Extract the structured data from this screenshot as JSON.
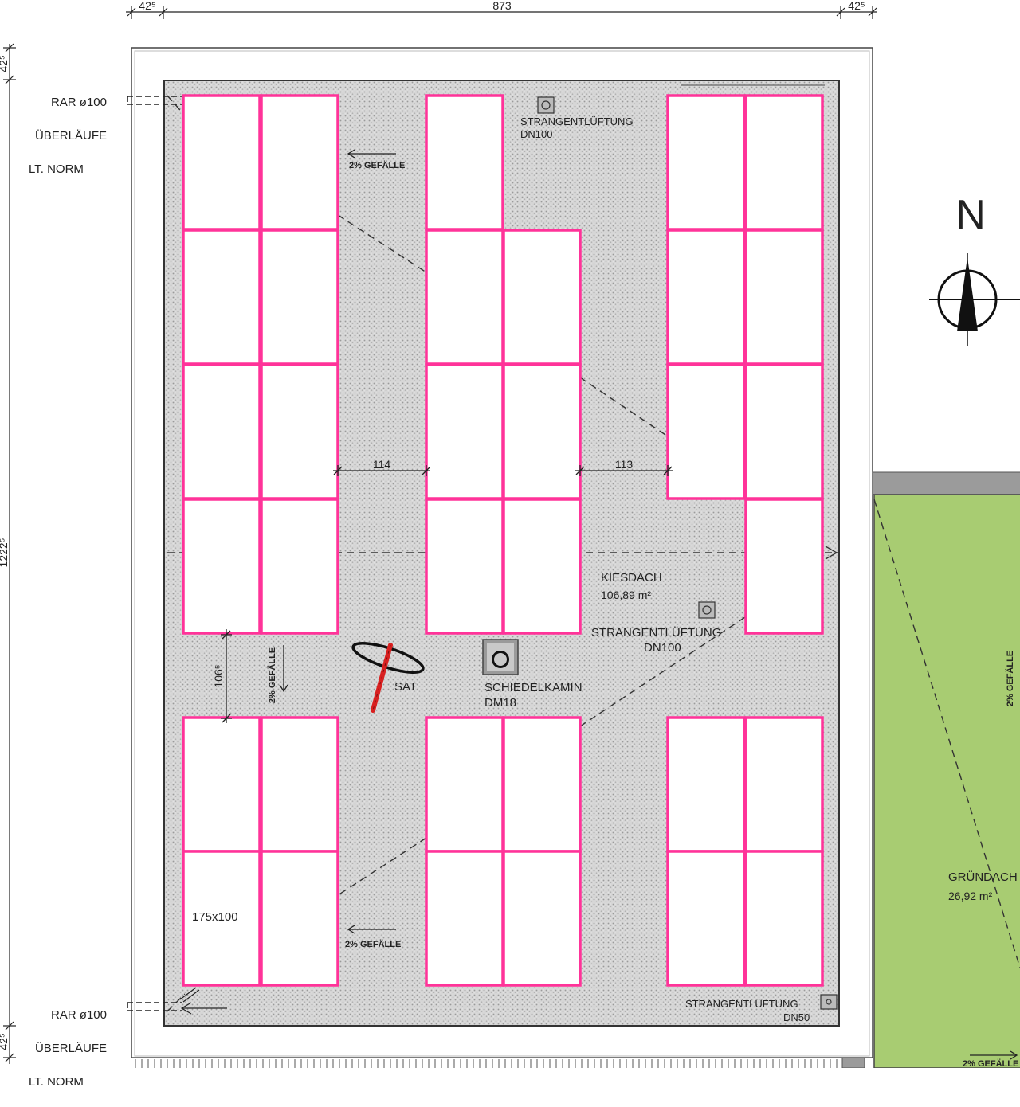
{
  "dimensions": {
    "top_left": "42⁵",
    "top_middle": "873",
    "top_right": "42⁵",
    "left_top": "42⁵",
    "left_middle": "1222⁵",
    "left_bottom": "42⁵",
    "gap_mid_left": "114",
    "gap_mid_right": "113",
    "gap_vertical": "106⁵"
  },
  "drains": {
    "top": [
      "RAR ø100",
      "ÜBERLÄUFE",
      "LT. NORM"
    ],
    "bottom": [
      "RAR ø100",
      "ÜBERLÄUFE",
      "LT. NORM"
    ]
  },
  "vents": {
    "top": [
      "STRANGENTLÜFTUNG",
      "DN100"
    ],
    "middle": [
      "STRANGENTLÜFTUNG",
      "DN100"
    ],
    "bottom": [
      "STRANGENTLÜFTUNG",
      "DN50"
    ]
  },
  "slopes": {
    "top": "2% GEFÄLLE",
    "middle_vertical": "2% GEFÄLLE",
    "bottom": "2% GEFÄLLE",
    "green_vertical": "2% GEFÄLLE",
    "green_bottom": "2% GEFÄLLE"
  },
  "roof": {
    "name": "KIESDACH",
    "area": "106,89 m²",
    "panel_size": "175x100"
  },
  "sat_label": "SAT",
  "chimney": [
    "SCHIEDELKAMIN",
    "DM18"
  ],
  "green_roof": {
    "name": "GRÜNDACH",
    "area": "26,92 m²"
  },
  "compass_label": "N",
  "colors": {
    "panel_outline": "#ff3399",
    "green_roof": "#a8cc72",
    "gravel": "#d9d9d9"
  }
}
